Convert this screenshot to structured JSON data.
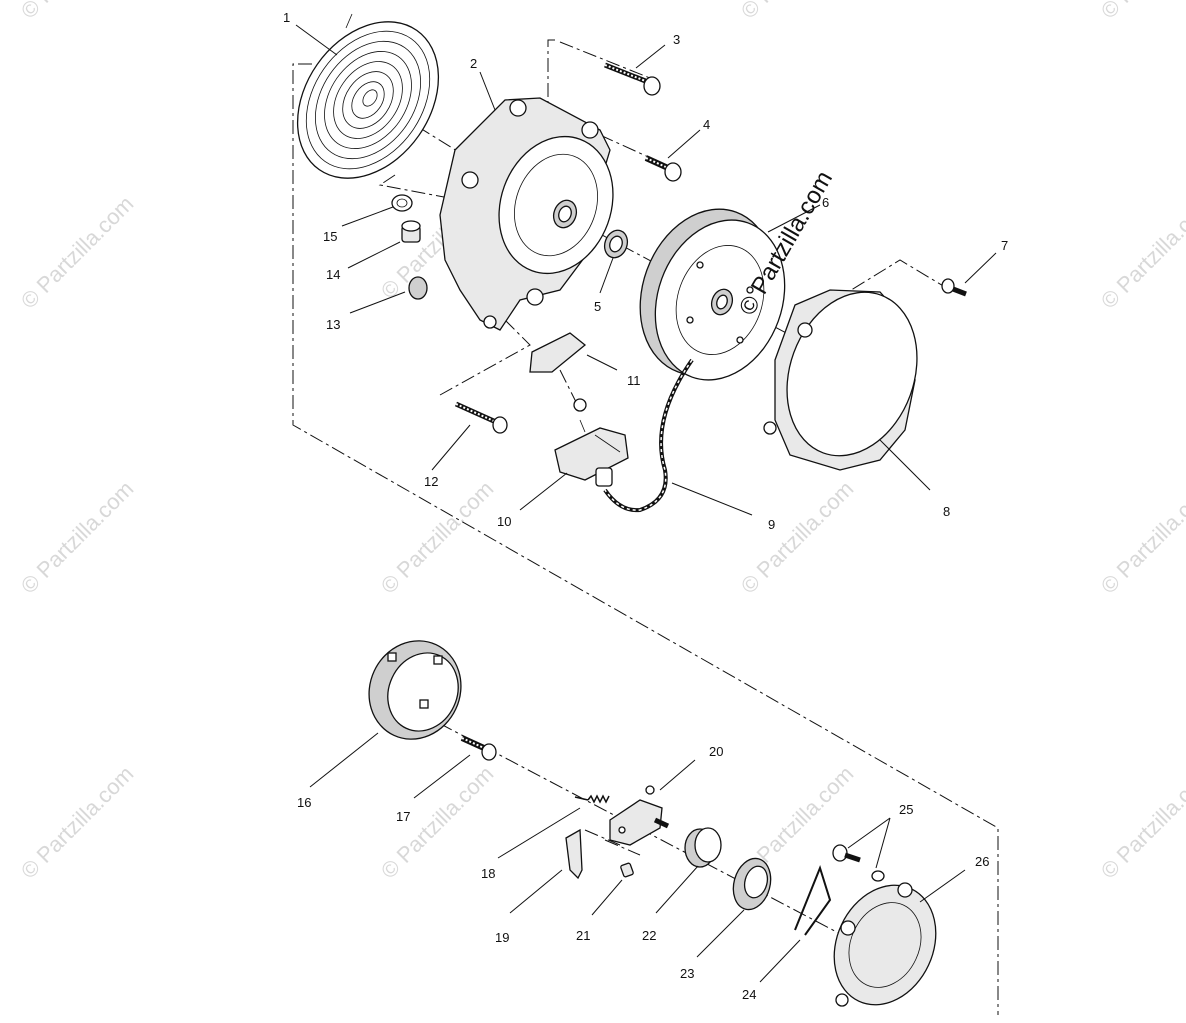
{
  "watermark": {
    "text": "© Partzilla.com"
  },
  "callouts": [
    {
      "id": "1",
      "label": "1"
    },
    {
      "id": "2",
      "label": "2"
    },
    {
      "id": "3",
      "label": "3"
    },
    {
      "id": "4",
      "label": "4"
    },
    {
      "id": "5",
      "label": "5"
    },
    {
      "id": "6",
      "label": "6"
    },
    {
      "id": "7",
      "label": "7"
    },
    {
      "id": "8",
      "label": "8"
    },
    {
      "id": "9",
      "label": "9"
    },
    {
      "id": "10",
      "label": "10"
    },
    {
      "id": "11",
      "label": "11"
    },
    {
      "id": "12",
      "label": "12"
    },
    {
      "id": "13",
      "label": "13"
    },
    {
      "id": "14",
      "label": "14"
    },
    {
      "id": "15",
      "label": "15"
    },
    {
      "id": "16",
      "label": "16"
    },
    {
      "id": "17",
      "label": "17"
    },
    {
      "id": "18",
      "label": "18"
    },
    {
      "id": "19",
      "label": "19"
    },
    {
      "id": "20",
      "label": "20"
    },
    {
      "id": "21",
      "label": "21"
    },
    {
      "id": "22",
      "label": "22"
    },
    {
      "id": "23",
      "label": "23"
    },
    {
      "id": "24",
      "label": "24"
    },
    {
      "id": "25",
      "label": "25"
    },
    {
      "id": "26",
      "label": "26"
    }
  ]
}
